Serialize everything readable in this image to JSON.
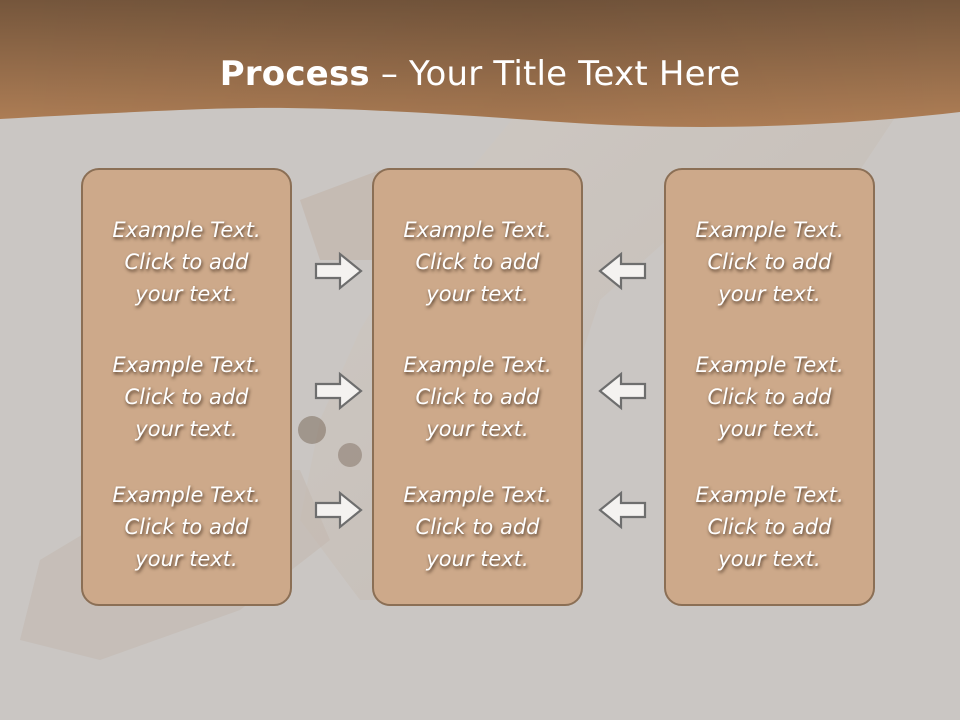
{
  "title": {
    "bold": "Process",
    "rest": " – Your Title Text Here"
  },
  "columns": [
    {
      "id": "left",
      "items": [
        {
          "line1": "Example Text.",
          "line2": "Click  to add",
          "line3": "your text."
        },
        {
          "line1": "Example Text.",
          "line2": "Click  to add",
          "line3": "your text."
        },
        {
          "line1": "Example Text.",
          "line2": "Click  to add",
          "line3": "your text."
        }
      ]
    },
    {
      "id": "middle",
      "items": [
        {
          "line1": "Example Text.",
          "line2": "Click  to add",
          "line3": "your text."
        },
        {
          "line1": "Example Text.",
          "line2": "Click  to add",
          "line3": "your text."
        },
        {
          "line1": "Example Text.",
          "line2": "Click  to add",
          "line3": "your text."
        }
      ]
    },
    {
      "id": "right",
      "items": [
        {
          "line1": "Example Text.",
          "line2": "Click  to add",
          "line3": "your text."
        },
        {
          "line1": "Example Text.",
          "line2": "Click  to add",
          "line3": "your text."
        },
        {
          "line1": "Example Text.",
          "line2": "Click  to add",
          "line3": "your text."
        }
      ]
    }
  ],
  "arrows": {
    "left_group": "arrow-right-icon",
    "right_group": "arrow-left-icon"
  },
  "colors": {
    "header_dark": "#7a5a3f",
    "header_light": "#b5845c",
    "background": "#cac6c3",
    "box_fill": "#cda98a",
    "box_border": "#8b6f55",
    "text": "#ffffff"
  }
}
